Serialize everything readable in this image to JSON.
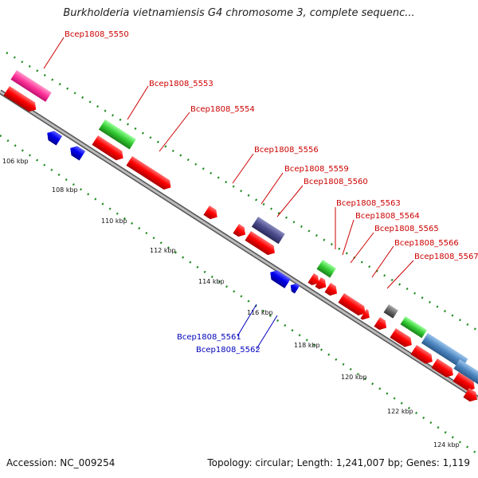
{
  "title": "Burkholderia vietnamiensis G4 chromosome 3, complete sequenc...",
  "footer": {
    "accession": "Accession: NC_009254",
    "summary": "Topology: circular; Length: 1,241,007 bp; Genes: 1,119"
  },
  "colors": {
    "forward_label": "#cc0000",
    "reverse_label": "#0000bb",
    "backbone": "#888888",
    "tick": "#228b22",
    "cds_red": "#ff0000",
    "cds_blue": "#0000ee",
    "pink": "#ff3399",
    "green": "#33cc33",
    "purple": "#4a4a8c",
    "gray": "#666666",
    "steelblue": "#4d86c0"
  },
  "kbp_ticks": [
    "106 kbp",
    "108 kbp",
    "110 kbp",
    "112 kbp",
    "114 kbp",
    "116 kbp",
    "118 kbp",
    "120 kbp",
    "122 kbp",
    "124 kbp"
  ],
  "gene_labels_forward": [
    "Bcep1808_5550",
    "Bcep1808_5553",
    "Bcep1808_5554",
    "Bcep1808_5556",
    "Bcep1808_5559",
    "Bcep1808_5560",
    "Bcep1808_5563",
    "Bcep1808_5564",
    "Bcep1808_5565",
    "Bcep1808_5566",
    "Bcep1808_5567"
  ],
  "gene_labels_reverse": [
    "Bcep1808_5561",
    "Bcep1808_5562"
  ]
}
